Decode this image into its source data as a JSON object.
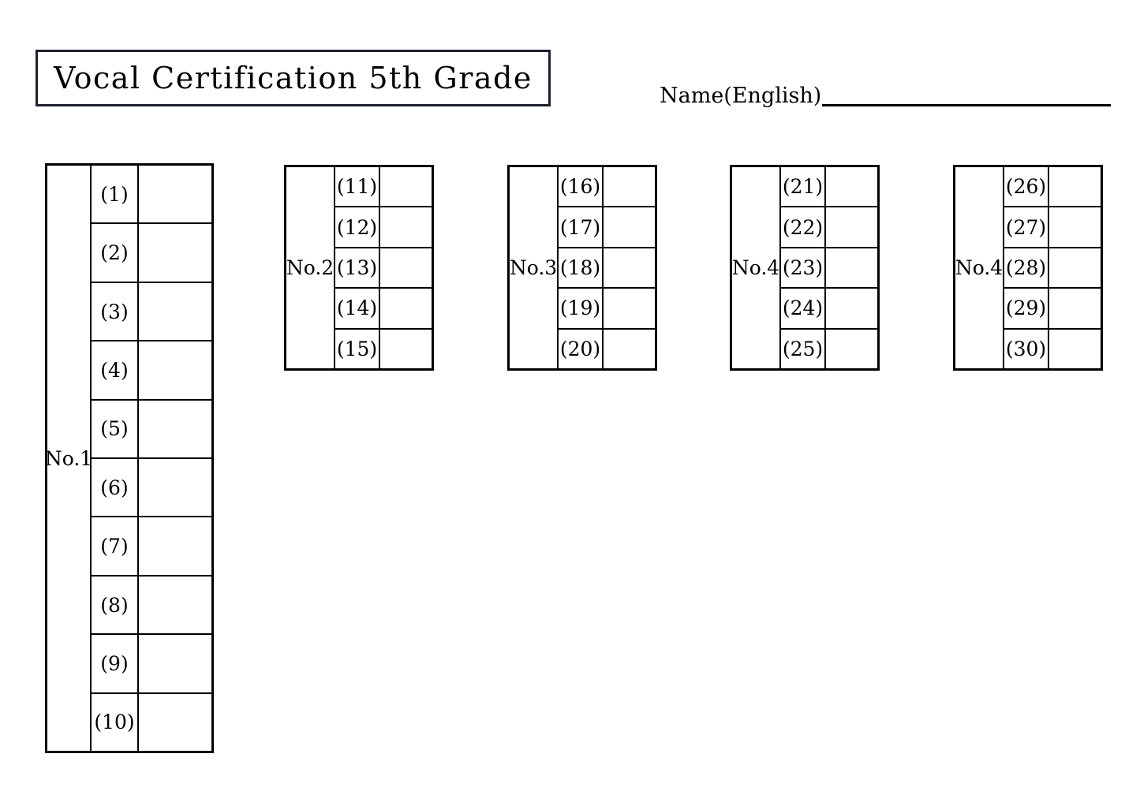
{
  "document": {
    "title": "Vocal Certification 5th Grade",
    "background_color": "#ffffff",
    "ink_color": "#000000",
    "title_border_color": "#1c2030"
  },
  "name_field": {
    "label": "Name(English)",
    "value": "",
    "placeholder": ""
  },
  "tables": [
    {
      "section_label": "No.1",
      "rows": [
        {
          "number": "(1)",
          "answer": ""
        },
        {
          "number": "(2)",
          "answer": ""
        },
        {
          "number": "(3)",
          "answer": ""
        },
        {
          "number": "(4)",
          "answer": ""
        },
        {
          "number": "(5)",
          "answer": ""
        },
        {
          "number": "(6)",
          "answer": ""
        },
        {
          "number": "(7)",
          "answer": ""
        },
        {
          "number": "(8)",
          "answer": ""
        },
        {
          "number": "(9)",
          "answer": ""
        },
        {
          "number": "(10)",
          "answer": ""
        }
      ]
    },
    {
      "section_label": "No.2",
      "rows": [
        {
          "number": "(11)",
          "answer": ""
        },
        {
          "number": "(12)",
          "answer": ""
        },
        {
          "number": "(13)",
          "answer": ""
        },
        {
          "number": "(14)",
          "answer": ""
        },
        {
          "number": "(15)",
          "answer": ""
        }
      ]
    },
    {
      "section_label": "No.3",
      "rows": [
        {
          "number": "(16)",
          "answer": ""
        },
        {
          "number": "(17)",
          "answer": ""
        },
        {
          "number": "(18)",
          "answer": ""
        },
        {
          "number": "(19)",
          "answer": ""
        },
        {
          "number": "(20)",
          "answer": ""
        }
      ]
    },
    {
      "section_label": "No.4",
      "rows": [
        {
          "number": "(21)",
          "answer": ""
        },
        {
          "number": "(22)",
          "answer": ""
        },
        {
          "number": "(23)",
          "answer": ""
        },
        {
          "number": "(24)",
          "answer": ""
        },
        {
          "number": "(25)",
          "answer": ""
        }
      ]
    },
    {
      "section_label": "No.4",
      "rows": [
        {
          "number": "(26)",
          "answer": ""
        },
        {
          "number": "(27)",
          "answer": ""
        },
        {
          "number": "(28)",
          "answer": ""
        },
        {
          "number": "(29)",
          "answer": ""
        },
        {
          "number": "(30)",
          "answer": ""
        }
      ]
    }
  ]
}
